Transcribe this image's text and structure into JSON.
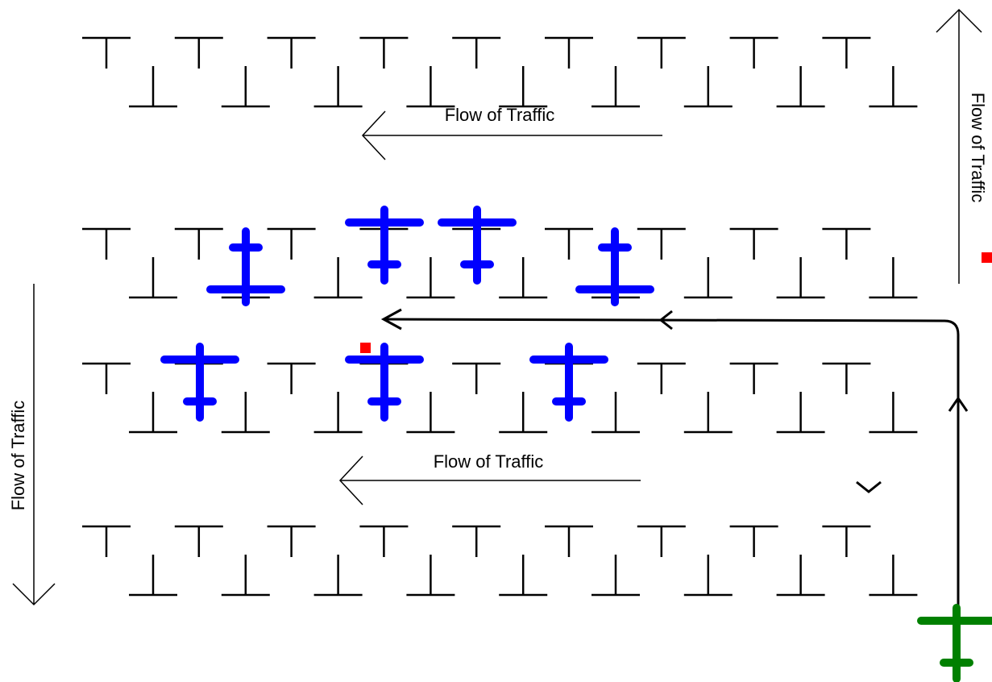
{
  "labels": {
    "flow_top": "Flow of Traffic",
    "flow_middle": "Flow of Traffic",
    "flow_left": "Flow of Traffic",
    "flow_right": "Flow of Traffic"
  },
  "lot": {
    "rows": 4,
    "stalls_per_row": 9
  },
  "parked_planes_row2_count": 4,
  "parked_planes_row3_count": 3,
  "colors": {
    "parked_plane": "#0000ff",
    "moving_plane": "#008000",
    "marker": "#ff0000",
    "lines": "#000000"
  }
}
